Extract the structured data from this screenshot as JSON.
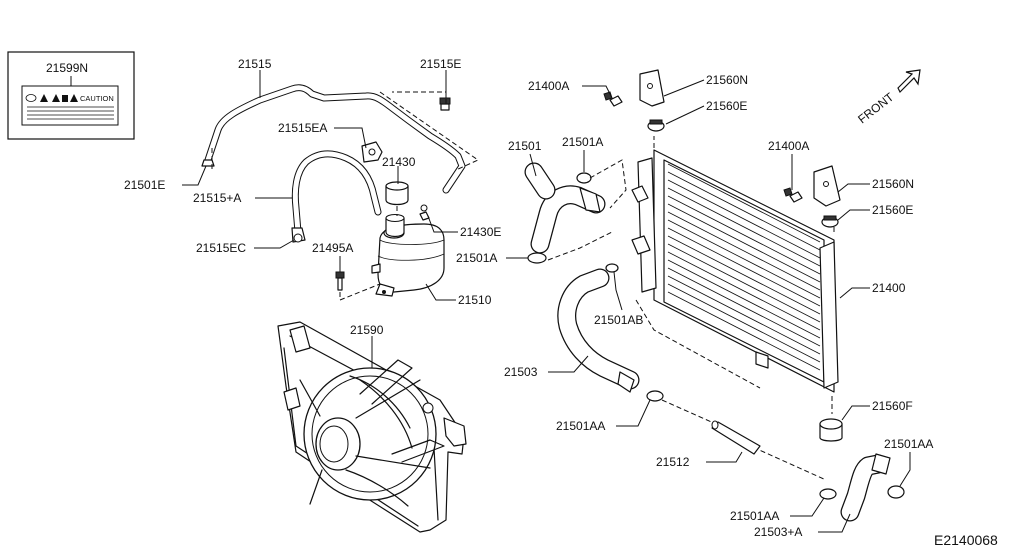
{
  "diagram_code": "E2140068",
  "orientation": {
    "front_label": "FRONT",
    "arrow_icon": "front-arrow-icon"
  },
  "caution_label": {
    "part_no": "21599N",
    "caution_text": "CAUTION"
  },
  "callouts": {
    "c21599N": "21599N",
    "c21515": "21515",
    "c21515E": "21515E",
    "c21515EA": "21515EA",
    "c21501E": "21501E",
    "c21515A": "21515+A",
    "c21430": "21430",
    "c21430E": "21430E",
    "c21515EC": "21515EC",
    "c21495A": "21495A",
    "c21510": "21510",
    "c21590": "21590",
    "c21400A_top": "21400A",
    "c21560N_top": "21560N",
    "c21560E_top": "21560E",
    "c21501": "21501",
    "c21501A_top": "21501A",
    "c21501A_left": "21501A",
    "c21400A_right": "21400A",
    "c21560N_right": "21560N",
    "c21560E_right": "21560E",
    "c21400": "21400",
    "c21501AB": "21501AB",
    "c21503": "21503",
    "c21560F": "21560F",
    "c21501AA_left": "21501AA",
    "c21512": "21512",
    "c21501AA_right": "21501AA",
    "c21501AA_bottom": "21501AA",
    "c21503A": "21503+A"
  }
}
